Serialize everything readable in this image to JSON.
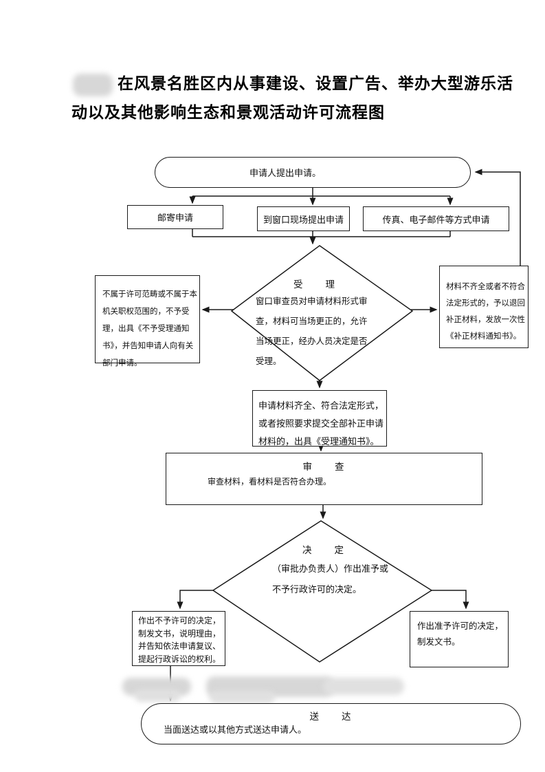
{
  "colors": {
    "ink": "#1a1a1a",
    "paper": "#ffffff",
    "redact": "#e0e0e0"
  },
  "title": {
    "line1": "在风景名胜区内从事建设、设置广告、举办大型游乐活",
    "line2": "动以及其他影响生态和景观活动许可流程图"
  },
  "flow": {
    "start": {
      "text": "申请人提出申请。"
    },
    "channels": [
      {
        "label": "邮寄申请"
      },
      {
        "label": "到窗口现场提出申请"
      },
      {
        "label": "传真、电子邮件等方式申请"
      }
    ],
    "accept": {
      "title": "受　　理",
      "body": "窗口审查员对申请材料形式审查，材料可当场更正的，允许当场更正，经办人员决定是否受理。"
    },
    "not_accepted": {
      "text": "不属于许可范畴或不属于本机关职权范围的，不予受理，出具《不予受理通知书》，并告知申请人向有关部门申请。"
    },
    "supplement": {
      "text": "材料不齐全或者不符合法定形式的，予以退回补正材料，发放一次性《补正材料通知书》。"
    },
    "accepted": {
      "text": "申请材料齐全、符合法定形式，或者按照要求提交全部补正申请材料的，出具《受理通知书》。"
    },
    "review": {
      "title": "审　　查",
      "body": "审查材料，看材料是否符合办理。"
    },
    "decision": {
      "title": "决　　定",
      "body": "（审批办负责人）作出准予或不予行政许可的决定。"
    },
    "deny": {
      "text": "作出不予许可的决定，制发文书，说明理由，并告知依法申请复议、提起行政诉讼的权利。"
    },
    "approve": {
      "text": "作出准予许可的决定，制发文书。"
    },
    "deliver": {
      "title": "送　　达",
      "body": "当面送达或以其他方式送达申请人。"
    }
  }
}
